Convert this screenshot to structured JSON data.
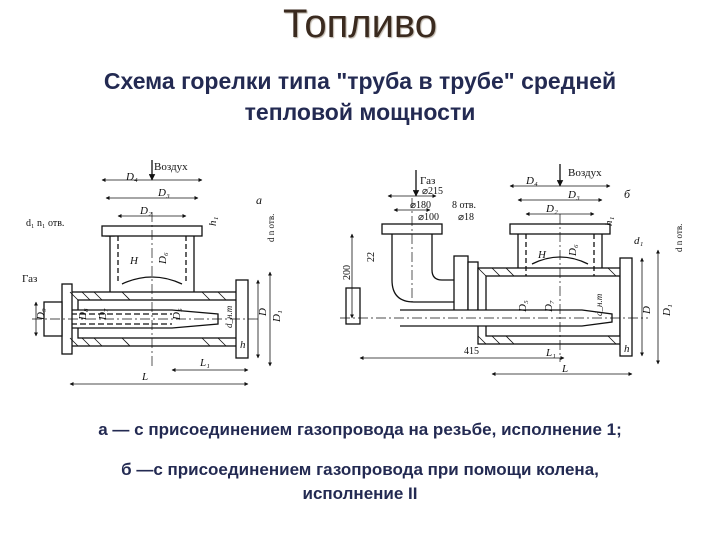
{
  "header": {
    "title": "Топливо",
    "subtitle_line1": "Схема горелки типа \"труба в трубе\" средней",
    "subtitle_line2": "тепловой мощности"
  },
  "drawing_a": {
    "variant": "а",
    "air": "Воздух",
    "gas": "Газ",
    "holes": "d₁ n₁ отв.",
    "holes_right": "d n отв.",
    "dims": [
      "D₄",
      "D₃",
      "D₂",
      "H",
      "D₆",
      "h₁",
      "D₉",
      "D₈",
      "D₇",
      "D₅",
      "d_н.т",
      "D",
      "D₁",
      "L₁",
      "L",
      "h"
    ]
  },
  "drawing_b": {
    "variant": "б",
    "air": "Воздух",
    "gas": "Газ",
    "d215": "⌀215",
    "d180": "⌀180",
    "d100": "⌀100",
    "holes8": "8 отв.",
    "d18": "⌀18",
    "dim200": "200",
    "dim22": "22",
    "dim415": "415",
    "holes_right": "d n отв.",
    "dims": [
      "D₄",
      "D₃",
      "D₂",
      "H",
      "D₆",
      "h₁",
      "D₅",
      "D₇",
      "D",
      "D₁",
      "d_н.т",
      "d₁",
      "L₁",
      "L",
      "h"
    ]
  },
  "captions": {
    "a": "а — с присоединением газопровода на резьбе, исполнение 1;",
    "b_line1": "б —с присоединением газопровода при помощи колена,",
    "b_line2": "исполнение II"
  }
}
